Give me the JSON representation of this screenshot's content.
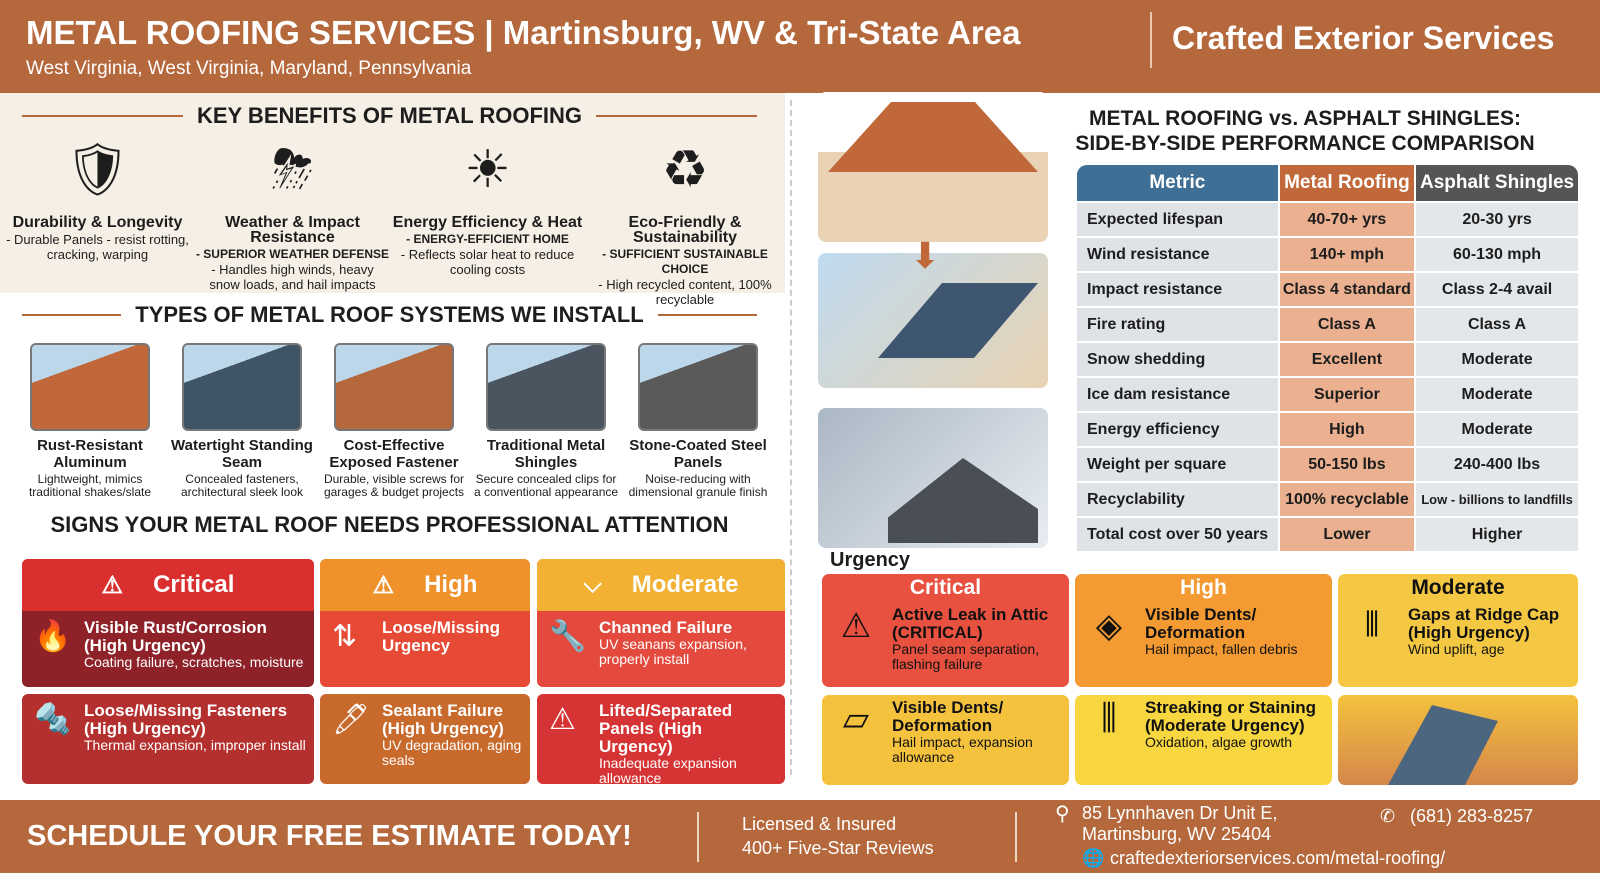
{
  "header": {
    "title": "METAL ROOFING SERVICES | Martinsburg, WV & Tri-State Area",
    "subtitle": "West Virginia, West Virginia, Maryland, Pennsylvania",
    "brand": "Crafted Exterior Services"
  },
  "benefits": {
    "title": "KEY BENEFITS OF METAL ROOFING",
    "items": [
      {
        "icon": "shield-check-icon",
        "glyph": "🛡",
        "title": "Durability & Longevity",
        "sub": "",
        "desc": "- Durable Panels\n- resist rotting, cracking, warping"
      },
      {
        "icon": "weather-icon",
        "glyph": "⛈",
        "title": "Weather & Impact Resistance",
        "sub": "- SUPERIOR WEATHER DEFENSE",
        "desc": "- Handles high winds, heavy snow loads, and hail impacts"
      },
      {
        "icon": "sun-thermometer-icon",
        "glyph": "☀",
        "title": "Energy Efficiency & Heat",
        "sub": "- ENERGY-EFFICIENT HOME",
        "desc": "- Reflects solar heat to reduce cooling costs"
      },
      {
        "icon": "recycle-icon",
        "glyph": "♻",
        "title": "Eco-Friendly & Sustainability",
        "sub": "- SUFFICIENT SUSTAINABLE CHOICE",
        "desc": "- High recycled content, 100% recyclable"
      }
    ]
  },
  "types": {
    "title": "TYPES OF METAL ROOF SYSTEMS WE INSTALL",
    "items": [
      {
        "title": "Rust-Resistant Aluminum",
        "desc": "Lightweight, mimics traditional shakes/slate",
        "color": "#c0683a"
      },
      {
        "title": "Watertight Standing Seam",
        "desc": "Concealed fasteners, architectural sleek look",
        "color": "#3f5566"
      },
      {
        "title": "Cost-Effective Exposed Fastener",
        "desc": "Durable, visible screws for garages & budget projects",
        "color": "#b5683c"
      },
      {
        "title": "Traditional Metal Shingles",
        "desc": "Secure concealed clips for a conventional appearance",
        "color": "#4a5560"
      },
      {
        "title": "Stone-Coated Steel Panels",
        "desc": "Noise-reducing with dimensional granule finish",
        "color": "#5a5a5a"
      }
    ]
  },
  "signs": {
    "title": "SIGNS YOUR METAL ROOF NEEDS PROFESSIONAL ATTENTION",
    "columns": [
      {
        "label": "Critical",
        "head": "#d9302f",
        "body": "#8e2228",
        "icon": "warning-icon",
        "item": {
          "icon": "fire-icon",
          "glyph": "🔥",
          "title": "Visible Rust/Corrosion (High Urgency)",
          "desc": "Coating failure, scratches, moisture"
        },
        "item2": {
          "icon": "screw-icon",
          "glyph": "🔩",
          "title": "Loose/Missing Fasteners (High Urgency)",
          "desc": "Thermal expansion, improper install",
          "bg": "#b3302f"
        }
      },
      {
        "label": "High",
        "head": "#f0922b",
        "body": "#e64a35",
        "icon": "warning-icon",
        "item": {
          "icon": "arrows-icon",
          "glyph": "⇅",
          "title": "Loose/Missing Urgency",
          "desc": ""
        },
        "item2": {
          "icon": "caulk-gun-icon",
          "glyph": "🖊",
          "title": "Sealant Failure (High Urgency)",
          "desc": "UV degradation, aging seals",
          "bg": "#c76a2b"
        }
      },
      {
        "label": "Moderate",
        "head": "#f2b132",
        "body": "#e34a3d",
        "icon": "check-icon",
        "item": {
          "icon": "tool-icon",
          "glyph": "🔧",
          "title": "Channed Failure",
          "desc": "UV seanans expansion, properly install"
        },
        "item2": {
          "icon": "warning-icon",
          "glyph": "⚠",
          "title": "Lifted/Separated Panels (High Urgency)",
          "desc": "Inadequate expansion allowance",
          "bg": "#d63434"
        }
      }
    ]
  },
  "comparison": {
    "title": "METAL ROOFING vs. ASPHALT SHINGLES: SIDE-BY-SIDE PERFORMANCE COMPARISON",
    "headers": [
      "Metric",
      "Metal Roofing",
      "Asphalt Shingles"
    ],
    "rows": [
      [
        "Expected lifespan",
        "40-70+ yrs",
        "20-30 yrs"
      ],
      [
        "Wind resistance",
        "140+ mph",
        "60-130 mph"
      ],
      [
        "Impact resistance",
        "Class 4 standard",
        "Class 2-4 avail"
      ],
      [
        "Fire rating",
        "Class A",
        "Class A"
      ],
      [
        "Snow shedding",
        "Excellent",
        "Moderate"
      ],
      [
        "Ice dam resistance",
        "Superior",
        "Moderate"
      ],
      [
        "Energy efficiency",
        "High",
        "Moderate"
      ],
      [
        "Weight per square",
        "50-150 lbs",
        "240-400 lbs"
      ],
      [
        "Recyclability",
        "100% recyclable",
        "Low - billions to landfills"
      ],
      [
        "Total cost over 50 years",
        "Lower",
        "Higher"
      ]
    ]
  },
  "urgency": {
    "label": "Urgency",
    "cards": [
      {
        "head": "Critical",
        "bg": "#e8503f",
        "headColor": "#fff",
        "icon": "leak-warning-icon",
        "glyph": "⚠",
        "title": "Active Leak in Attic (CRITICAL)",
        "desc": "Panel seam separation, flashing failure"
      },
      {
        "head": "High",
        "bg": "#f39a32",
        "headColor": "#fff",
        "icon": "dent-icon",
        "glyph": "◈",
        "title": "Visible Dents/ Deformation",
        "desc": "Hail impact, fallen debris"
      },
      {
        "head": "Moderate",
        "bg": "#f5c843",
        "headColor": "#111",
        "icon": "ridge-cap-icon",
        "glyph": "⫴",
        "title": "Gaps at Ridge Cap (High Urgency)",
        "desc": "Wind uplift, age"
      },
      {
        "head": "",
        "bg": "#f5c23d",
        "headColor": "#111",
        "icon": "panel-dent-icon",
        "glyph": "▱",
        "title": "Visible Dents/ Deformation",
        "desc": "Hail impact, expansion allowance"
      },
      {
        "head": "",
        "bg": "#f7d640",
        "headColor": "#111",
        "icon": "streaks-icon",
        "glyph": "⫼",
        "title": "Streaking or Staining (Moderate Urgency)",
        "desc": "Oxidation, algae growth"
      }
    ]
  },
  "footer": {
    "cta": "SCHEDULE YOUR FREE ESTIMATE TODAY!",
    "licensed": "Licensed & Insured",
    "reviews": "400+ Five-Star Reviews",
    "address1": "85 Lynnhaven Dr Unit E,",
    "address2": "Martinsburg, WV 25404",
    "website": "craftedexteriorservices.com/metal-roofing/",
    "phone": "(681) 283-8257"
  }
}
